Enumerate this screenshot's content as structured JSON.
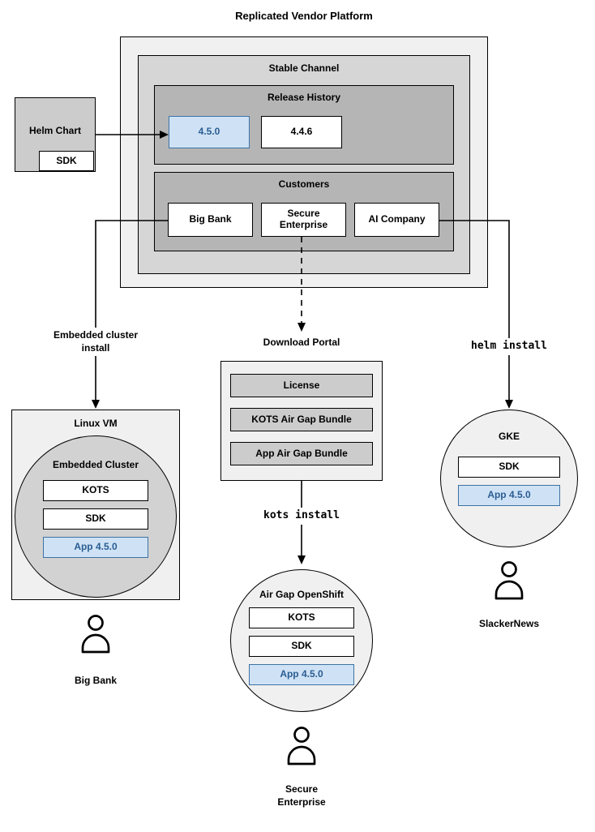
{
  "title": "Replicated Vendor Platform",
  "platform": {
    "stable_channel": {
      "title": "Stable Channel",
      "release_history": {
        "title": "Release History",
        "releases": [
          "4.5.0",
          "4.4.6"
        ]
      },
      "customers": {
        "title": "Customers",
        "items": [
          "Big Bank",
          "Secure Enterprise",
          "AI Company"
        ]
      }
    }
  },
  "helm_chart": {
    "label": "Helm Chart",
    "sdk_label": "SDK"
  },
  "edges": {
    "embedded_cluster_install": "Embedded cluster install",
    "helm_install": "helm install",
    "kots_install": "kots install"
  },
  "download_portal": {
    "title": "Download Portal",
    "items": [
      "License",
      "KOTS Air Gap Bundle",
      "App Air Gap Bundle"
    ]
  },
  "linux_vm": {
    "title": "Linux VM",
    "embedded_cluster": {
      "title": "Embedded Cluster",
      "components": [
        "KOTS",
        "SDK",
        "App 4.5.0"
      ]
    },
    "persona": "Big Bank"
  },
  "air_gap_openshift": {
    "title": "Air Gap OpenShift",
    "components": [
      "KOTS",
      "SDK",
      "App 4.5.0"
    ],
    "persona": "Secure Enterprise"
  },
  "gke": {
    "title": "GKE",
    "components": [
      "SDK",
      "App 4.5.0"
    ],
    "persona": "SlackerNews"
  },
  "colors": {
    "highlight_fill": "#cfe2f5",
    "highlight_border": "#3d72a4",
    "highlight_text": "#2a5d92",
    "container_light": "#f0f0f0",
    "container_medium": "#d6d6d6",
    "container_dark": "#b5b5b5",
    "item_gray": "#cccccc"
  }
}
